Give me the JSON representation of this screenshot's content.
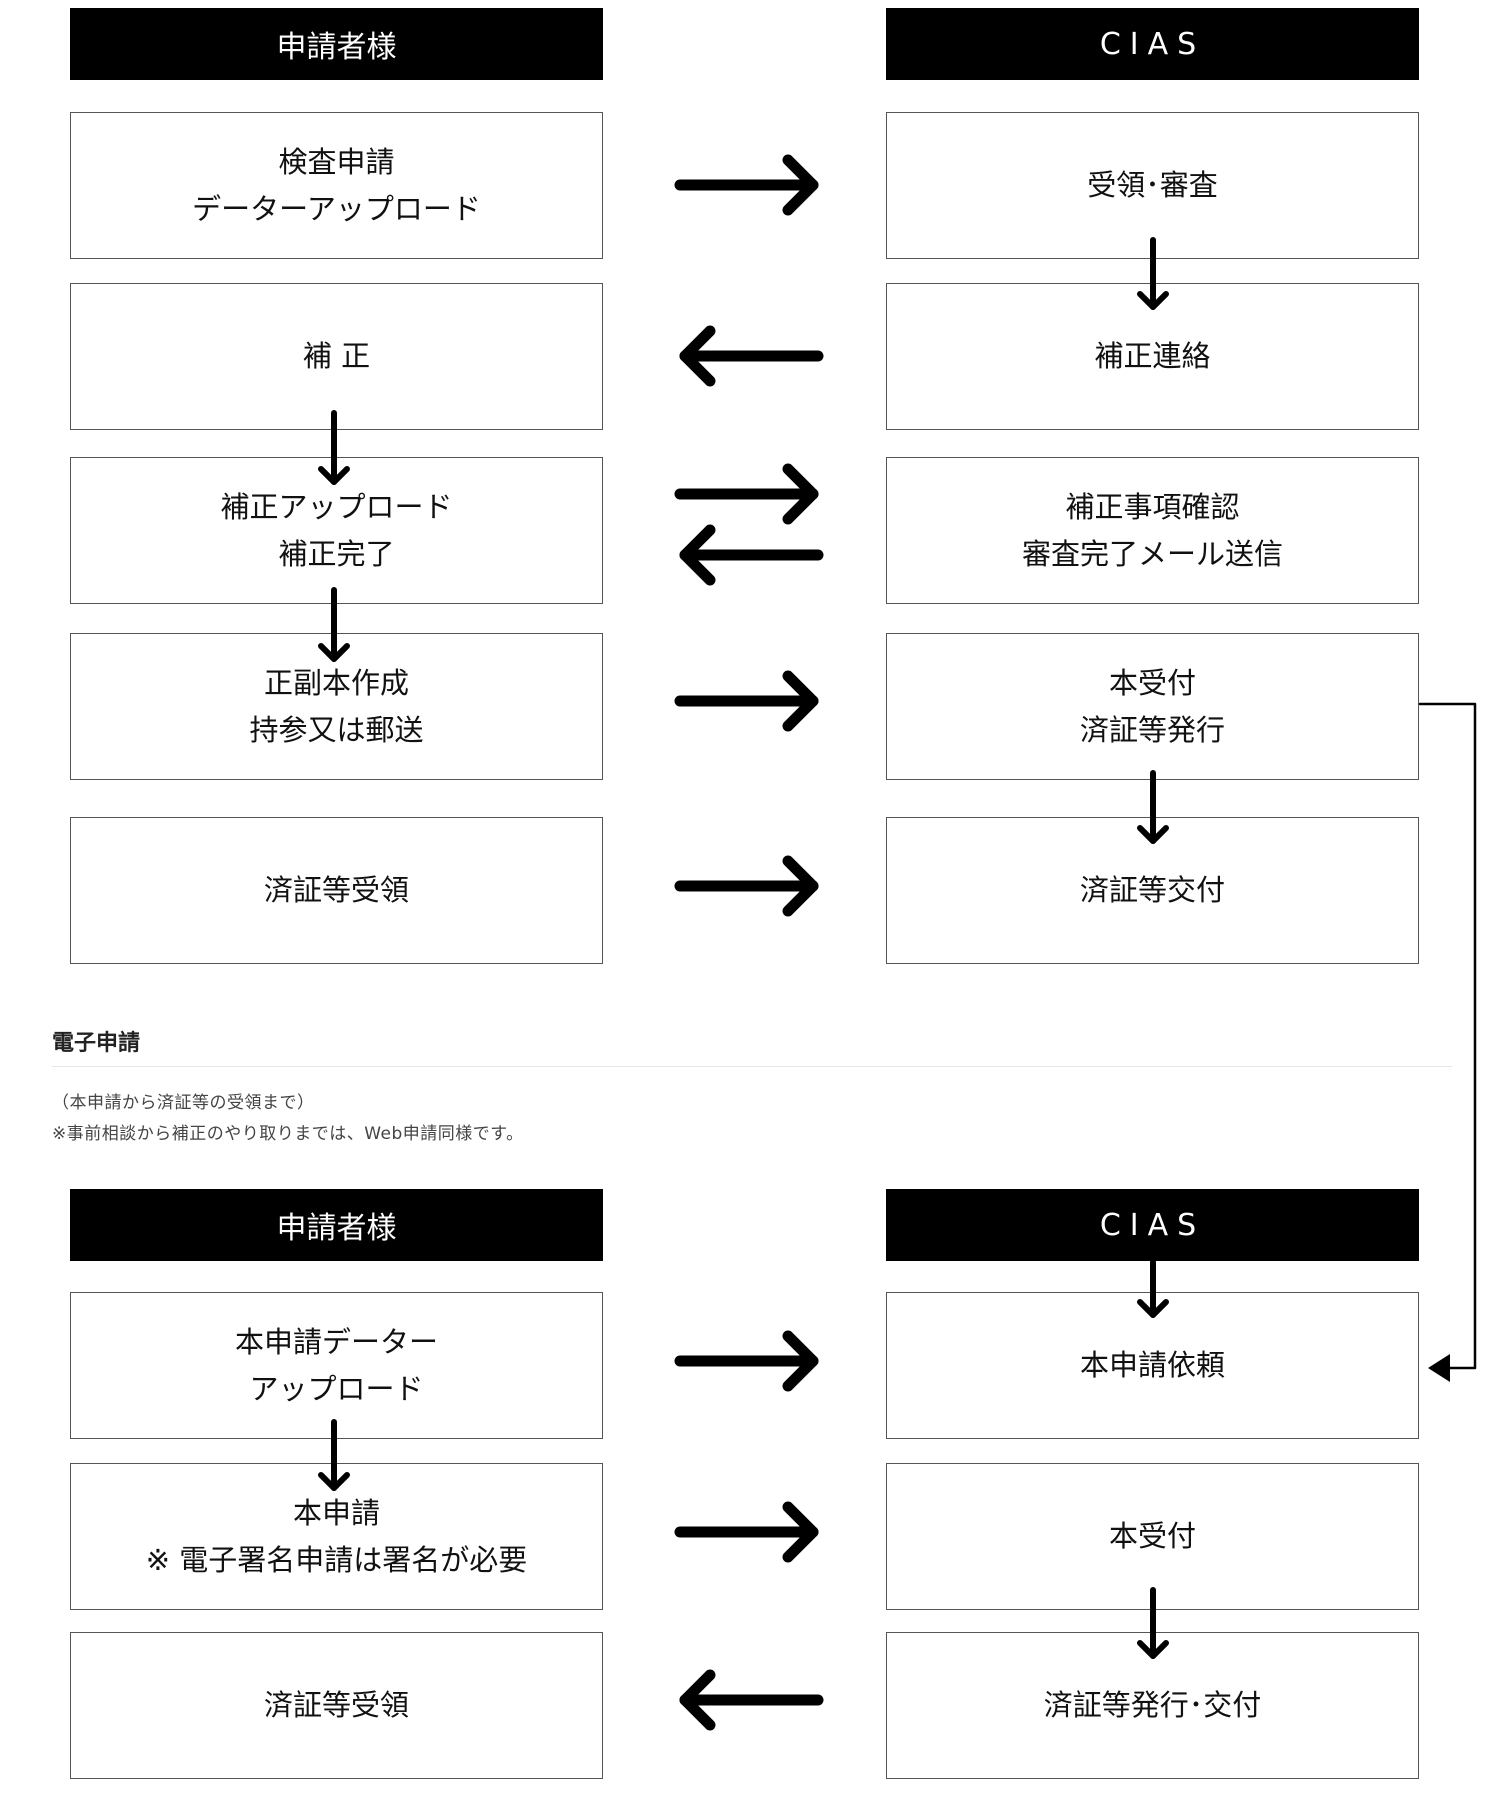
{
  "top": {
    "left_header": "申請者様",
    "right_header": "CIAS",
    "left_boxes": [
      {
        "lines": [
          "検査申請",
          "データーアップロード"
        ]
      },
      {
        "lines": [
          "補 正"
        ]
      },
      {
        "lines": [
          "補正アップロード",
          "補正完了"
        ]
      },
      {
        "lines": [
          "正副本作成",
          "持参又は郵送"
        ]
      },
      {
        "lines": [
          "済証等受領"
        ]
      }
    ],
    "right_boxes": [
      {
        "lines": [
          "受領･審査"
        ]
      },
      {
        "lines": [
          "補正連絡"
        ]
      },
      {
        "lines": [
          "補正事項確認",
          "審査完了メール送信"
        ]
      },
      {
        "lines": [
          "本受付",
          "済証等発行"
        ]
      },
      {
        "lines": [
          "済証等交付"
        ]
      }
    ]
  },
  "section": {
    "title": "電子申請",
    "note1": "（本申請から済証等の受領まで）",
    "note2": "※事前相談から補正のやり取りまでは、Web申請同様です。"
  },
  "bottom": {
    "left_header": "申請者様",
    "right_header": "CIAS",
    "left_boxes": [
      {
        "lines": [
          "本申請データー",
          "アップロード"
        ]
      },
      {
        "lines": [
          "本申請",
          "※ 電子署名申請は署名が必要"
        ]
      },
      {
        "lines": [
          "済証等受領"
        ]
      }
    ],
    "right_boxes": [
      {
        "lines": [
          "本申請依頼"
        ]
      },
      {
        "lines": [
          "本受付"
        ]
      },
      {
        "lines": [
          "済証等発行･交付"
        ]
      }
    ]
  }
}
